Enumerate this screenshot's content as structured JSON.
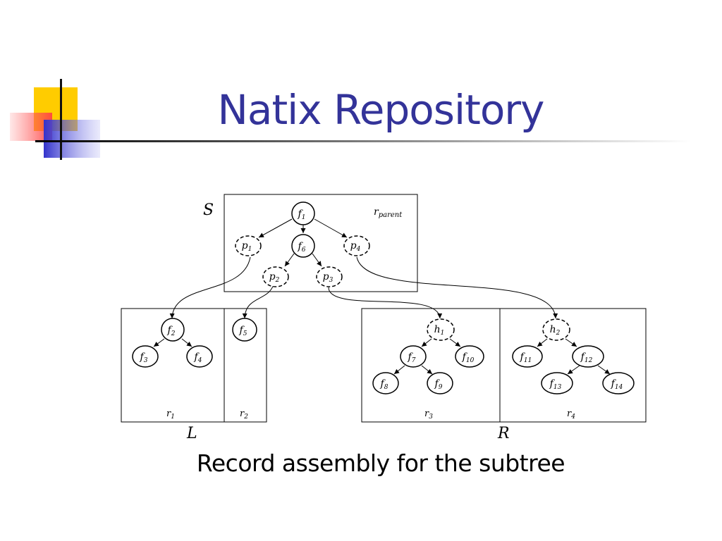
{
  "slide": {
    "title": "Natix Repository",
    "caption": "Record assembly for the subtree"
  },
  "diagram": {
    "regions": {
      "S": "S",
      "L": "L",
      "R": "R"
    },
    "records": {
      "parent": {
        "name": "r",
        "sub": "parent"
      },
      "r1": {
        "name": "r",
        "sub": "1"
      },
      "r2": {
        "name": "r",
        "sub": "2"
      },
      "r3": {
        "name": "r",
        "sub": "3"
      },
      "r4": {
        "name": "r",
        "sub": "4"
      }
    },
    "nodes": [
      {
        "id": "f1",
        "name": "f",
        "sub": "1"
      },
      {
        "id": "p1",
        "name": "p",
        "sub": "1"
      },
      {
        "id": "f6",
        "name": "f",
        "sub": "6"
      },
      {
        "id": "p4",
        "name": "p",
        "sub": "4"
      },
      {
        "id": "p2",
        "name": "p",
        "sub": "2"
      },
      {
        "id": "p3",
        "name": "p",
        "sub": "3"
      },
      {
        "id": "f2",
        "name": "f",
        "sub": "2"
      },
      {
        "id": "f3",
        "name": "f",
        "sub": "3"
      },
      {
        "id": "f4",
        "name": "f",
        "sub": "4"
      },
      {
        "id": "f5",
        "name": "f",
        "sub": "5"
      },
      {
        "id": "h1",
        "name": "h",
        "sub": "1"
      },
      {
        "id": "f7",
        "name": "f",
        "sub": "7"
      },
      {
        "id": "f10",
        "name": "f",
        "sub": "10"
      },
      {
        "id": "f8",
        "name": "f",
        "sub": "8"
      },
      {
        "id": "f9",
        "name": "f",
        "sub": "9"
      },
      {
        "id": "h2",
        "name": "h",
        "sub": "2"
      },
      {
        "id": "f11",
        "name": "f",
        "sub": "11"
      },
      {
        "id": "f12",
        "name": "f",
        "sub": "12"
      },
      {
        "id": "f13",
        "name": "f",
        "sub": "13"
      },
      {
        "id": "f14",
        "name": "f",
        "sub": "14"
      }
    ]
  },
  "colors": {
    "title": "#333399",
    "deco_yellow": "#ffcc00",
    "deco_red": "#ff6666",
    "deco_blue": "#3333cc"
  }
}
